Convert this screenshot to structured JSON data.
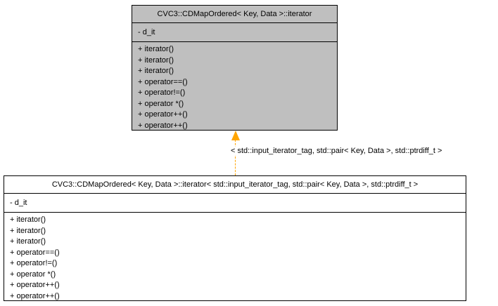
{
  "colors": {
    "background": "#ffffff",
    "node_border": "#000000",
    "highlighted_node_fill": "#bfbfbf",
    "plain_node_fill": "#ffffff",
    "template_edge": "#ffa500"
  },
  "top_node": {
    "title": "CVC3::CDMapOrdered< Key, Data >::iterator",
    "attributes": [
      "- d_it"
    ],
    "methods": [
      "+ iterator()",
      "+ iterator()",
      "+ iterator()",
      "+ operator==()",
      "+ operator!=()",
      "+ operator *()",
      "+ operator++()",
      "+ operator++()"
    ]
  },
  "bottom_node": {
    "title": "CVC3::CDMapOrdered< Key, Data >::iterator< std::input_iterator_tag, std::pair< Key, Data >, std::ptrdiff_t >",
    "attributes": [
      "- d_it"
    ],
    "methods": [
      "+ iterator()",
      "+ iterator()",
      "+ iterator()",
      "+ operator==()",
      "+ operator!=()",
      "+ operator *()",
      "+ operator++()",
      "+ operator++()"
    ]
  },
  "edge": {
    "label": "< std::input_iterator_tag, std::pair< Key, Data >, std::ptrdiff_t >",
    "relation": "template-instantiation",
    "style": "dashed",
    "color": "#ffa500"
  }
}
